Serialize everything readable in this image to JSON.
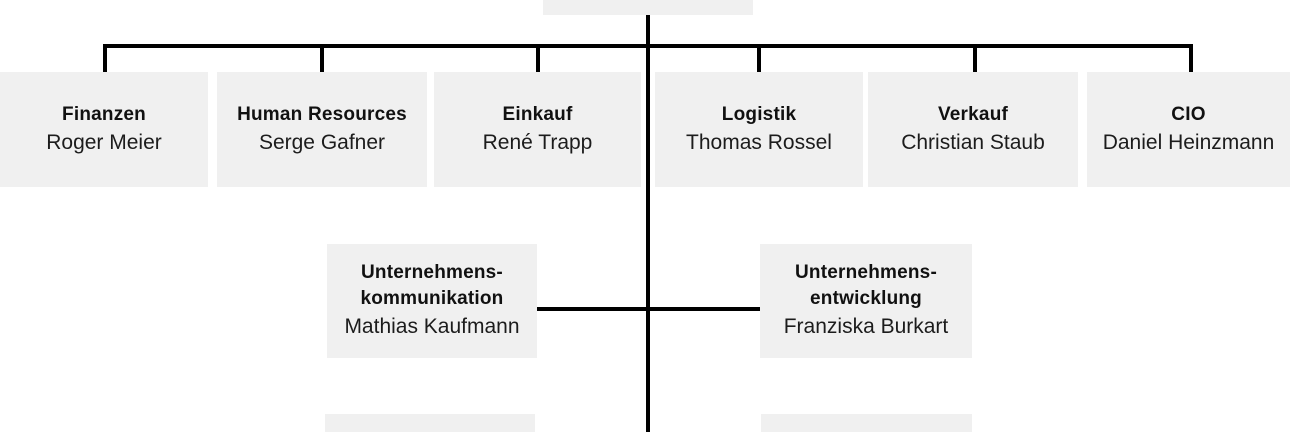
{
  "diagram": {
    "kind": "org-chart",
    "colors": {
      "box_bg": "#f0f0f0",
      "line": "#000000",
      "title_text": "#111111",
      "name_text": "#1c1c1c"
    },
    "departments": [
      {
        "title": "Finanzen",
        "name": "Roger Meier"
      },
      {
        "title": "Human Resources",
        "name": "Serge Gafner"
      },
      {
        "title": "Einkauf",
        "name": "René Trapp"
      },
      {
        "title": "Logistik",
        "name": "Thomas Rossel"
      },
      {
        "title": "Verkauf",
        "name": "Christian Staub"
      },
      {
        "title": "CIO",
        "name": "Daniel Heinzmann"
      }
    ],
    "staff_units": [
      {
        "title": "Unternehmens-kommunikation",
        "title_line1": "Unternehmens-",
        "title_line2": "kommunikation",
        "name": "Mathias Kaufmann"
      },
      {
        "title": "Unternehmens-entwicklung",
        "title_line1": "Unternehmens-",
        "title_line2": "entwicklung",
        "name": "Franziska Burkart"
      }
    ]
  }
}
